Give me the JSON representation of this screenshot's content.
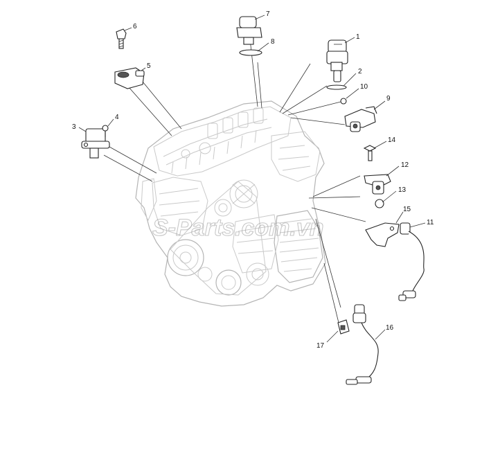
{
  "watermark": "S-Parts.com.vn",
  "callouts": [
    "1",
    "2",
    "3",
    "4",
    "5",
    "6",
    "7",
    "8",
    "9",
    "10",
    "11",
    "12",
    "13",
    "14",
    "15",
    "16",
    "17"
  ]
}
